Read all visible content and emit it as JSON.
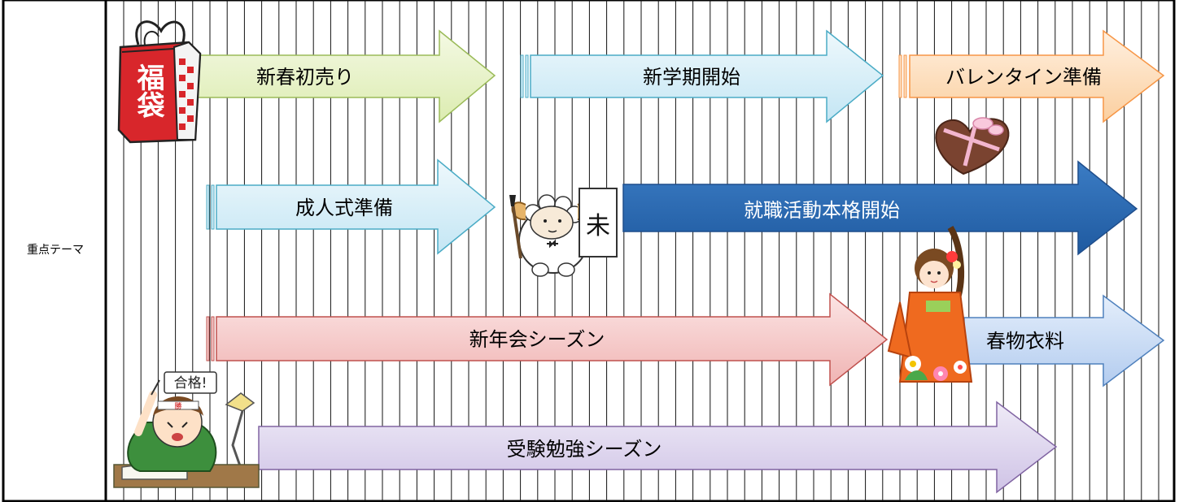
{
  "row_header": "重点テーマ",
  "arrows": [
    {
      "key": "shinshun",
      "label": "新春初売り"
    },
    {
      "key": "shingakki",
      "label": "新学期開始"
    },
    {
      "key": "valentine",
      "label": "バレンタイン準備"
    },
    {
      "key": "seijinshiki",
      "label": "成人式準備"
    },
    {
      "key": "shushoku",
      "label": "就職活動本格開始"
    },
    {
      "key": "shinnenkai",
      "label": "新年会シーズン"
    },
    {
      "key": "harumono",
      "label": "春物衣料"
    },
    {
      "key": "juken",
      "label": "受験勉強シーズン"
    }
  ],
  "illustrations": {
    "fukubukuro": {
      "text": "福袋"
    },
    "sheep_sign": {
      "text": "未"
    },
    "student_sign": {
      "text": "合格!"
    },
    "student_band": {
      "text": "勝"
    }
  },
  "colors": {
    "green_fill": "#e8f3c8",
    "green_stroke": "#9bbb59",
    "blue_fill": "#d6eef8",
    "blue_stroke": "#4bacc6",
    "orange_fill": "#fde0c4",
    "orange_stroke": "#f79646",
    "navy_fill": "#2e6eb5",
    "navy_stroke": "#1f4e8c",
    "red_fill": "#f7d0d0",
    "red_stroke": "#c0504d",
    "lightblue_fill": "#cfe0f8",
    "lightblue_stroke": "#4f81bd",
    "purple_fill": "#e0d8f0",
    "purple_stroke": "#8064a2"
  }
}
